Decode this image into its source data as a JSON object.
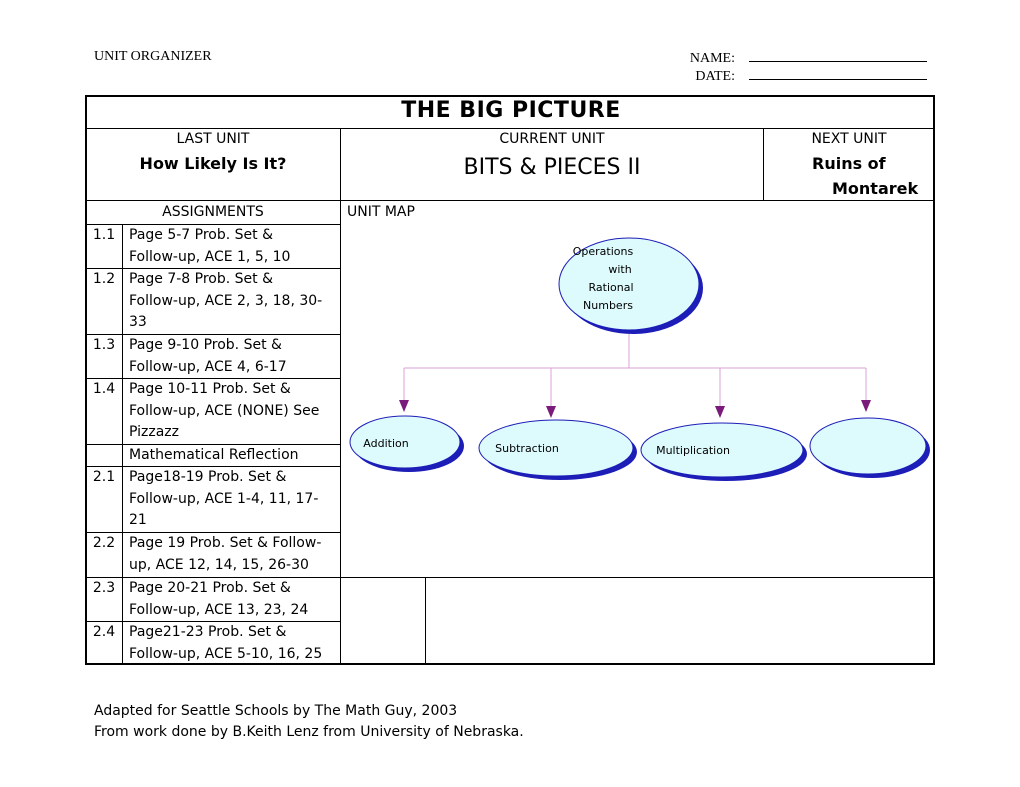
{
  "header": {
    "unit_organizer": "UNIT ORGANIZER",
    "name_label": "NAME:",
    "date_label": "DATE:"
  },
  "big_picture": {
    "title": "THE BIG PICTURE",
    "last_unit_label": "LAST UNIT",
    "last_unit_name": "How Likely Is It?",
    "current_unit_label": "CURRENT UNIT",
    "current_unit_name": "BITS & PIECES II",
    "next_unit_label": "NEXT UNIT",
    "next_unit_name_line1": "Ruins of",
    "next_unit_name_line2": "Montarek"
  },
  "assignments": {
    "header": "ASSIGNMENTS",
    "rows": [
      {
        "num": "1.1",
        "lines": [
          "Page 5-7 Prob. Set &",
          "Follow-up, ACE 1, 5, 10"
        ]
      },
      {
        "num": "1.2",
        "lines": [
          "Page 7-8 Prob. Set &",
          "Follow-up, ACE 2, 3, 18, 30-",
          "33"
        ]
      },
      {
        "num": "1.3",
        "lines": [
          "Page 9-10 Prob. Set &",
          "Follow-up, ACE 4, 6-17"
        ]
      },
      {
        "num": "1.4",
        "lines": [
          "Page 10-11 Prob. Set &",
          "Follow-up, ACE (NONE) See",
          "Pizzazz"
        ]
      },
      {
        "num": "",
        "lines": [
          "Mathematical Reflection"
        ]
      },
      {
        "num": "2.1",
        "lines": [
          "Page18-19 Prob. Set &",
          "Follow-up, ACE 1-4, 11, 17-",
          "21"
        ]
      },
      {
        "num": "2.2",
        "lines": [
          "Page 19 Prob. Set & Follow-",
          "up, ACE 12, 14, 15, 26-30"
        ]
      },
      {
        "num": "2.3",
        "lines": [
          "Page 20-21 Prob. Set &",
          "Follow-up, ACE 13, 23, 24"
        ]
      },
      {
        "num": "2.4",
        "lines": [
          "Page21-23 Prob. Set &",
          "Follow-up, ACE 5-10, 16, 25"
        ]
      }
    ]
  },
  "unit_map": {
    "label": "UNIT MAP",
    "root": {
      "lines": [
        "Operations",
        "with",
        "Rational",
        "Numbers"
      ]
    },
    "children": [
      "Addition",
      "Subtraction",
      "Multiplication",
      ""
    ]
  },
  "colors": {
    "bubble_fill": "#ddfafd",
    "bubble_stroke": "#1d1db8",
    "connector": "#d9a0d9",
    "arrow": "#7a1a7a"
  },
  "footer": {
    "line1": "Adapted for Seattle Schools by The Math Guy, 2003",
    "line2": "From work done by B.Keith Lenz from University of Nebraska."
  }
}
